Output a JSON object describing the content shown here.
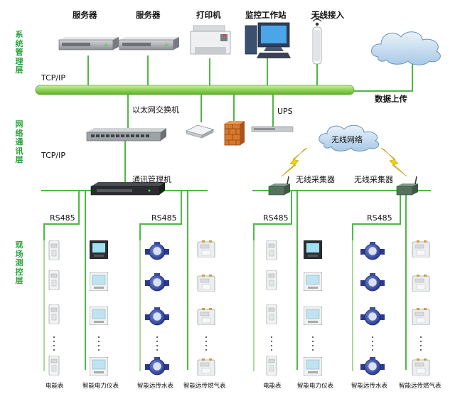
{
  "layers": {
    "system": "系统管理层",
    "network": "网络通讯层",
    "field": "现场测控层"
  },
  "top_devices": {
    "server1": "服务器",
    "server2": "服务器",
    "printer": "打印机",
    "workstation": "监控工作站",
    "wireless_access": "无线接入"
  },
  "protocols": {
    "tcpip_top": "TCP/IP",
    "tcpip_mid": "TCP/IP",
    "rs485_1": "RS485",
    "rs485_2": "RS485",
    "rs485_3": "RS485",
    "rs485_4": "RS485"
  },
  "network": {
    "data_upload": "数据上传",
    "ethernet_switch": "以太网交换机",
    "ups": "UPS",
    "wireless_network": "无线网络",
    "comm_manager": "通讯管理机",
    "collector1": "无线采集器",
    "collector2": "无线采集器"
  },
  "meters": {
    "energy": "电能表",
    "power_meter": "智能电力仪表",
    "water": "智能远传水表",
    "gas": "智能远传燃气表"
  },
  "colors": {
    "bus": "#7dc443",
    "line": "#4fb848",
    "layer_text": "#27a33c",
    "lightning": "#f2d400"
  },
  "icons": [
    "server-icon",
    "printer-icon",
    "workstation-icon",
    "antenna-icon",
    "cloud-icon",
    "switch-icon",
    "router-icon",
    "firewall-icon",
    "ups-icon",
    "comm-manager-icon",
    "wireless-collector-icon",
    "energy-meter-icon",
    "power-meter-icon",
    "water-meter-icon",
    "gas-meter-icon"
  ]
}
